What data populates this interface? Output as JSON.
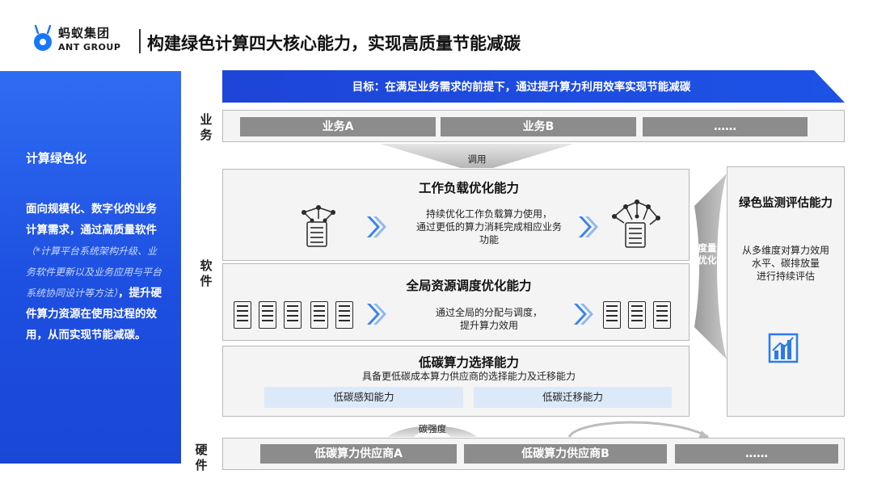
{
  "header": {
    "logo_cn": "蚂蚁集团",
    "logo_en": "ANT GROUP",
    "title": "构建绿色计算四大核心能力，实现高质量节能减碳"
  },
  "left_panel": {
    "heading": "计算绿色化",
    "body_part1": "面向规模化、数字化的业务计算需求，通过高质量软件",
    "body_italic": "（*计算平台系统架构升级、业务软件更新以及业务应用与平台系统协同设计等方法）",
    "body_part2": "，提升硬件算力资源在使用过程的效用，从而实现节能减碳。"
  },
  "goal": "目标：在满足业务需求的前提下，通过提升算力利用效率实现节能减碳",
  "layers": {
    "business": "业务",
    "software": "软件",
    "hardware": "硬件"
  },
  "business_items": [
    "业务A",
    "业务B",
    "……"
  ],
  "call_label": "调用",
  "workload": {
    "title": "工作负载优化能力",
    "desc_line1": "持续优化工作负载算力使用，",
    "desc_line2": "通过更低的算力消耗完成相应业务",
    "desc_line3": "功能"
  },
  "scheduling": {
    "title": "全局资源调度优化能力",
    "desc_line1": "通过全局的分配与调度，",
    "desc_line2": "提升算力效用"
  },
  "lowcarbon": {
    "title": "低碳算力选择能力",
    "desc": "具备更低碳成本算力供应商的选择能力及迁移能力",
    "items": [
      "低碳感知能力",
      "低碳迁移能力"
    ]
  },
  "monitor": {
    "title": "绿色监测评估能力",
    "desc_line1": "从多维度对算力效用",
    "desc_line2": "水平、碳排放量",
    "desc_line3": "进行持续评估",
    "icon": "bar-chart-icon"
  },
  "metric_label": "度量优化",
  "carbon_intensity_label": "碳强度",
  "hardware_items": [
    "低碳算力供应商A",
    "低碳算力供应商B",
    "……"
  ],
  "colors": {
    "brand_blue": "#1d4fe0",
    "pill_gray": "#8c8c8c",
    "light_blue": "#dce9f8",
    "chevron_blue": "#4a90e2"
  }
}
